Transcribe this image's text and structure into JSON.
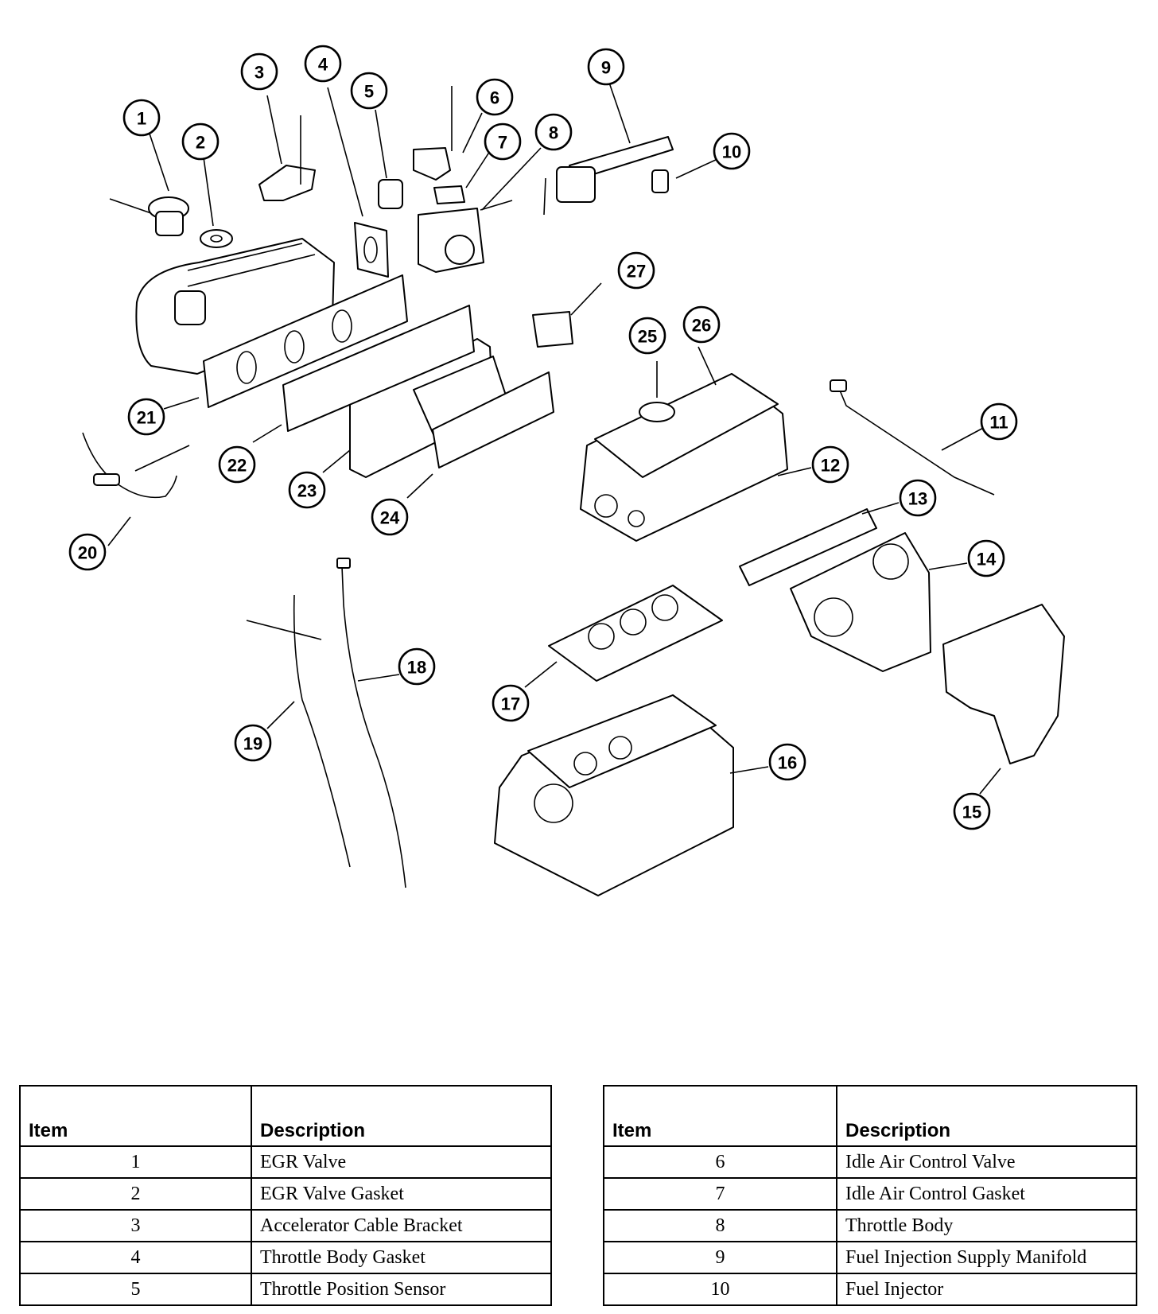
{
  "callouts": [
    "1",
    "2",
    "3",
    "4",
    "5",
    "6",
    "7",
    "8",
    "9",
    "10",
    "11",
    "12",
    "13",
    "14",
    "15",
    "16",
    "17",
    "18",
    "19",
    "20",
    "21",
    "22",
    "23",
    "24",
    "25",
    "26",
    "27"
  ],
  "legend": {
    "header_item": "Item",
    "header_description": "Description",
    "left_rows": [
      {
        "item": "1",
        "description": "EGR Valve"
      },
      {
        "item": "2",
        "description": "EGR Valve Gasket"
      },
      {
        "item": "3",
        "description": "Accelerator Cable Bracket"
      },
      {
        "item": "4",
        "description": "Throttle Body Gasket"
      },
      {
        "item": "5",
        "description": "Throttle Position Sensor"
      }
    ],
    "right_rows": [
      {
        "item": "6",
        "description": "Idle Air Control Valve"
      },
      {
        "item": "7",
        "description": "Idle Air Control Gasket"
      },
      {
        "item": "8",
        "description": "Throttle Body"
      },
      {
        "item": "9",
        "description": "Fuel Injection Supply Manifold"
      },
      {
        "item": "10",
        "description": "Fuel Injector"
      }
    ]
  }
}
